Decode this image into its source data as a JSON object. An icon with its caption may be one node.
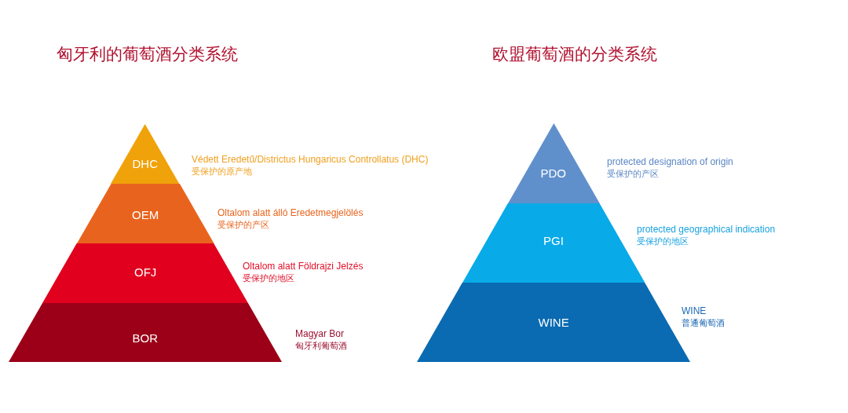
{
  "diagram": {
    "nodes": [
      {
        "text": [
          "DHC"
        ],
        "beside": [
          "Védett Eredetű/Districtus Hungaricus Controllatus (DHC)",
          "受保护的原产地"
        ]
      },
      {
        "text": [
          "OEM"
        ],
        "beside": [
          "Oltalom alatt álló Eredetmegjelölés",
          "受保护的产区"
        ]
      },
      {
        "text": [
          "OFJ"
        ],
        "beside": [
          "Oltalom alatt Földrajzi Jelzés",
          "受保护的地区"
        ]
      },
      {
        "text": [
          "BOR"
        ],
        "beside": [
          "Magyar Bor",
          "匈牙利葡萄酒"
        ]
      },
      {
        "text": [
          "PDO"
        ],
        "beside": [
          "protected designation of origin",
          "受保护的产区"
        ]
      },
      {
        "text": [
          "PGI"
        ],
        "beside": [
          "protected geographical indication",
          "受保护的地区"
        ]
      },
      {
        "text": [
          "WINE"
        ],
        "beside": [
          "WINE",
          "普通葡萄酒"
        ]
      }
    ],
    "labels": [
      "匈牙利的葡萄酒分类系统",
      "欧盟葡萄酒的分类系统"
    ]
  }
}
